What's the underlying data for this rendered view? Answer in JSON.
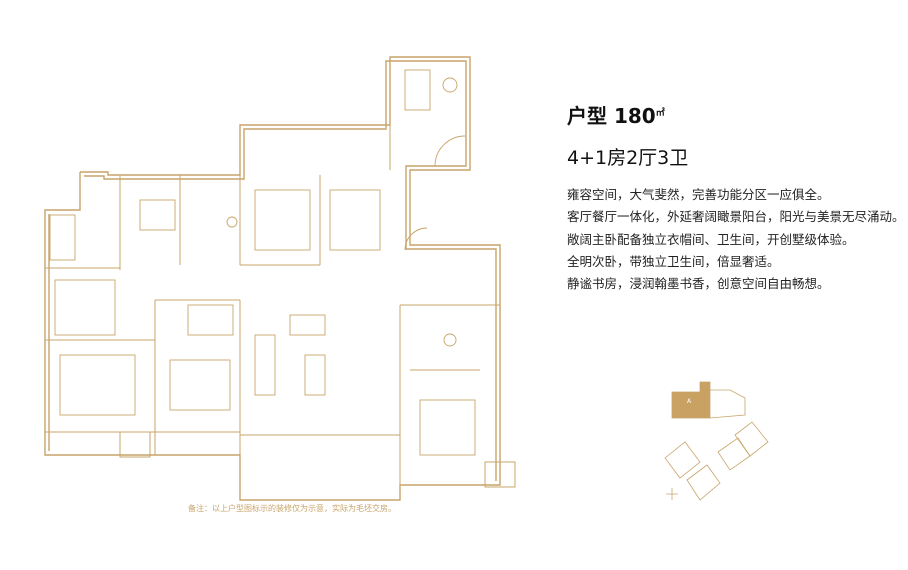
{
  "unit": {
    "title_prefix": "户型 180",
    "area_unit": "㎡",
    "rooms": "4+1房2厅3卫"
  },
  "description": [
    "雍容空间，大气斐然，完善功能分区一应俱全。",
    "客厅餐厅一体化，外延奢阔瞰景阳台，阳光与美景无尽涌动。",
    "敞阔主卧配备独立衣帽间、卫生间，开创墅级体验。",
    "全明次卧，带独立卫生间，倍显奢适。",
    "静谧书房，浸润翰墨书香，创意空间自由畅想。"
  ],
  "note": "备注：以上户型图标示的装修仅为示意，实际为毛坯交房。",
  "site_map": {
    "unit_label": "A"
  },
  "colors": {
    "accent": "#c8a46a",
    "fill": "#c9a263"
  }
}
